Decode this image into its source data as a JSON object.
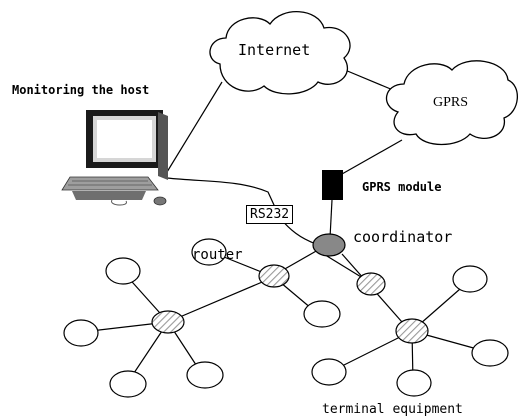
{
  "labels": {
    "internet": "Internet",
    "gprs": "GPRS",
    "monitoring_host": "Monitoring the host",
    "gprs_module": "GPRS module",
    "rs232": "RS232",
    "coordinator": "coordinator",
    "router": "router",
    "terminal_equipment": "terminal equipment"
  },
  "colors": {
    "line": "#000000",
    "coordinator_fill": "#888888",
    "hatch": "#9a9a9a",
    "module": "#000000"
  },
  "icons": {
    "host": "desktop-computer-icon",
    "internet": "cloud-icon",
    "gprs": "cloud-icon"
  }
}
